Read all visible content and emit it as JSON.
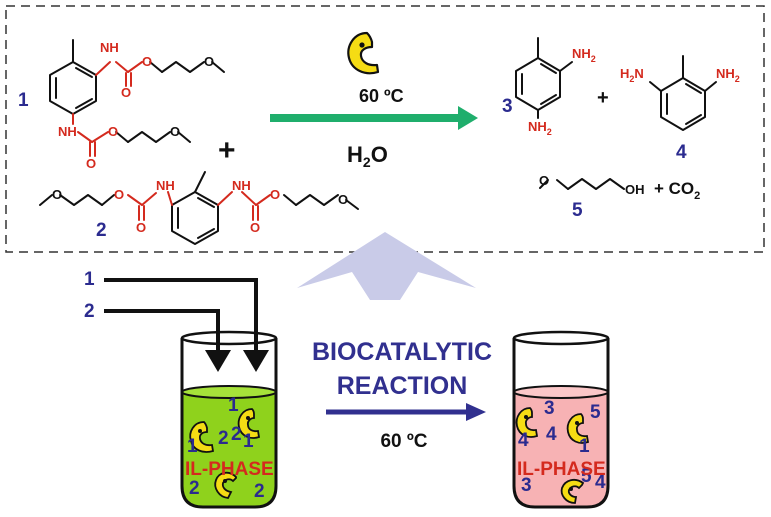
{
  "scheme": {
    "compound_1": "1",
    "compound_2": "2",
    "compound_3": "3",
    "compound_4": "4",
    "compound_5": "5",
    "plus": "+",
    "temperature": "60 ºC",
    "solvent_h": "H",
    "solvent_sub": "2",
    "solvent_o": "O",
    "nh": "NH",
    "n_h": "N",
    "h": "H",
    "o": "O",
    "nh2": "NH",
    "h2n": "H",
    "two": "2",
    "oh": "OH",
    "co2_prefix": "+ CO",
    "co2_sub": "2"
  },
  "process": {
    "feed_1": "1",
    "feed_2": "2",
    "label_line1": "BIOCATALYTIC",
    "label_line2": "REACTION",
    "temperature": "60 ºC",
    "phase_label": "IL-PHASE",
    "left_numbers": [
      "1",
      "2",
      "2",
      "1",
      "1",
      "2",
      "2",
      "2"
    ],
    "right_numbers": [
      "3",
      "5",
      "4",
      "4",
      "1",
      "3",
      "5",
      "4"
    ]
  },
  "colors": {
    "enzyme": "#f5dc14",
    "il_phase_left": "#8fd21c",
    "il_phase_right": "#f7b2b4",
    "arrow_green": "#1fae6c",
    "arrow_purple": "#31308f",
    "numbers": "#2b2b8f",
    "heteroatom": "#d42a1e",
    "up_arrow": "#c9cbe8"
  }
}
